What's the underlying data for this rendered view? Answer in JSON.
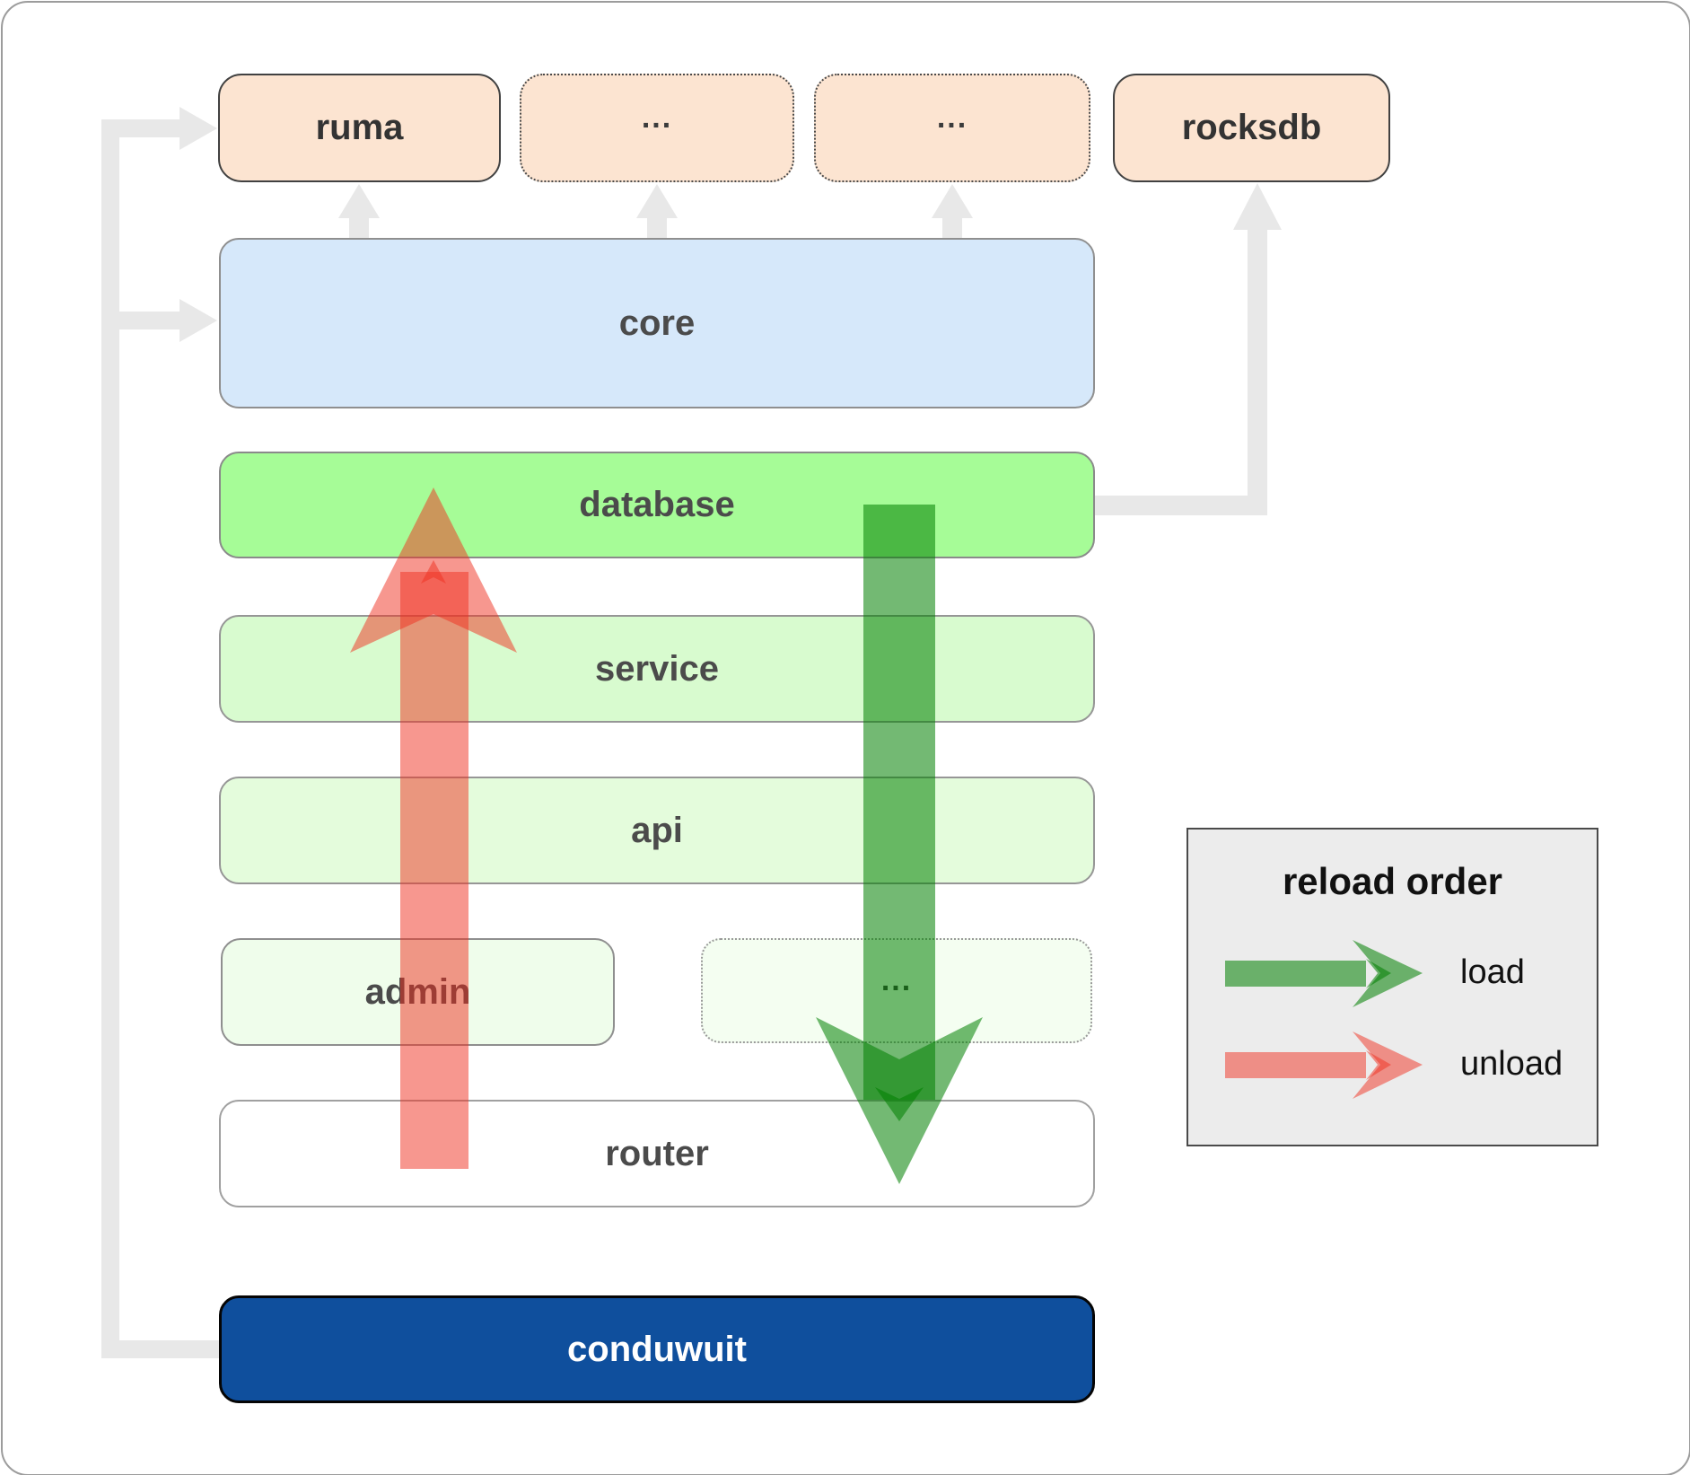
{
  "diagram": {
    "top_row": [
      {
        "label": "ruma",
        "border": "solid"
      },
      {
        "label": "...",
        "border": "dotted"
      },
      {
        "label": "...",
        "border": "dotted"
      },
      {
        "label": "rocksdb",
        "border": "solid"
      }
    ],
    "layers": [
      {
        "label": "core",
        "color": "#d6e8fa"
      },
      {
        "label": "database",
        "color": "#a6fc97"
      },
      {
        "label": "service",
        "color": "#d8fbcf"
      },
      {
        "label": "api",
        "color": "#e4fcdc"
      }
    ],
    "split_row": {
      "admin": {
        "label": "admin",
        "color": "#effdeb"
      },
      "other": {
        "label": "...",
        "color": "#f4fef1"
      }
    },
    "router": {
      "label": "router",
      "color": "#ffffff"
    },
    "app": {
      "label": "conduwuit",
      "color": "#0f4f9d"
    }
  },
  "legend": {
    "title": "reload order",
    "items": [
      {
        "label": "load",
        "color": "#008000"
      },
      {
        "label": "unload",
        "color": "#f03020"
      }
    ]
  },
  "colors": {
    "connector_gray": "#e8e8e8",
    "load_green": "#008000",
    "unload_red": "#f03020",
    "peach_box": "#fce4d1",
    "core_blue": "#d6e8fa",
    "database_green": "#a6fc97",
    "conduwuit_blue": "#0f4f9d",
    "legend_bg": "#ececec"
  }
}
